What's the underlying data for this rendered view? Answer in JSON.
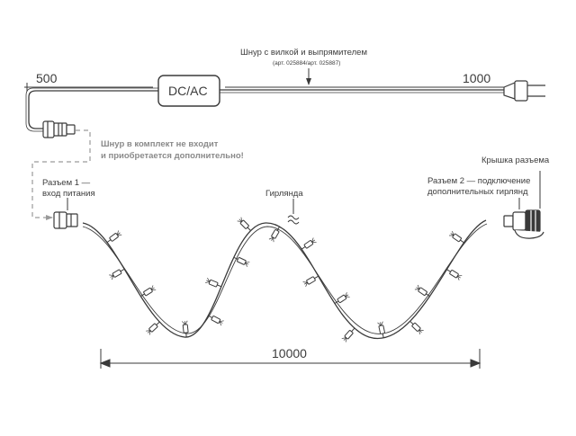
{
  "diagram": {
    "dim_left": "500",
    "dim_right": "1000",
    "dim_main": "10000",
    "box_label": "DC/AC",
    "cord_title": "Шнур с вилкой и выпрямителем",
    "cord_articles": "(арт. 025884/арт. 025887)",
    "notice_line1": "Шнур в комплект не входит",
    "notice_line2": "и приобретается дополнительно!",
    "conn1_line1": "Разъем 1 —",
    "conn1_line2": "вход питания",
    "garland_label": "Гирлянда",
    "cap_label": "Крышка разъема",
    "conn2_line1": "Разъем 2 — подключение",
    "conn2_line2": "дополнительных гирлянд",
    "colors": {
      "line": "#3a3a3a",
      "dashed": "#9a9a9a",
      "text": "#3c3c3c"
    }
  }
}
